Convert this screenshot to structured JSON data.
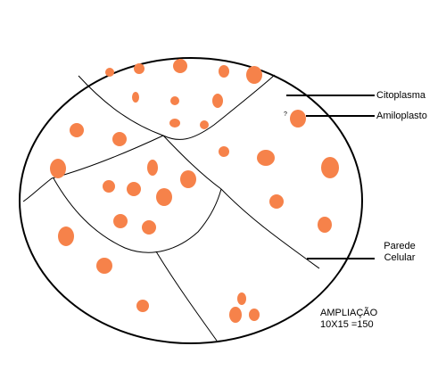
{
  "labels": {
    "cytoplasm": "Citoplasma",
    "amyloplast": "Amiloplasto",
    "wall_line1": "Parede",
    "wall_line2": "Celular",
    "magnification_line1": "AMPLIAÇÃO",
    "magnification_line2": "10X15 =150",
    "question_mark": "?"
  },
  "colors": {
    "amyloplast_fill": "#f6824a",
    "outline": "#000000",
    "background": "#ffffff"
  }
}
